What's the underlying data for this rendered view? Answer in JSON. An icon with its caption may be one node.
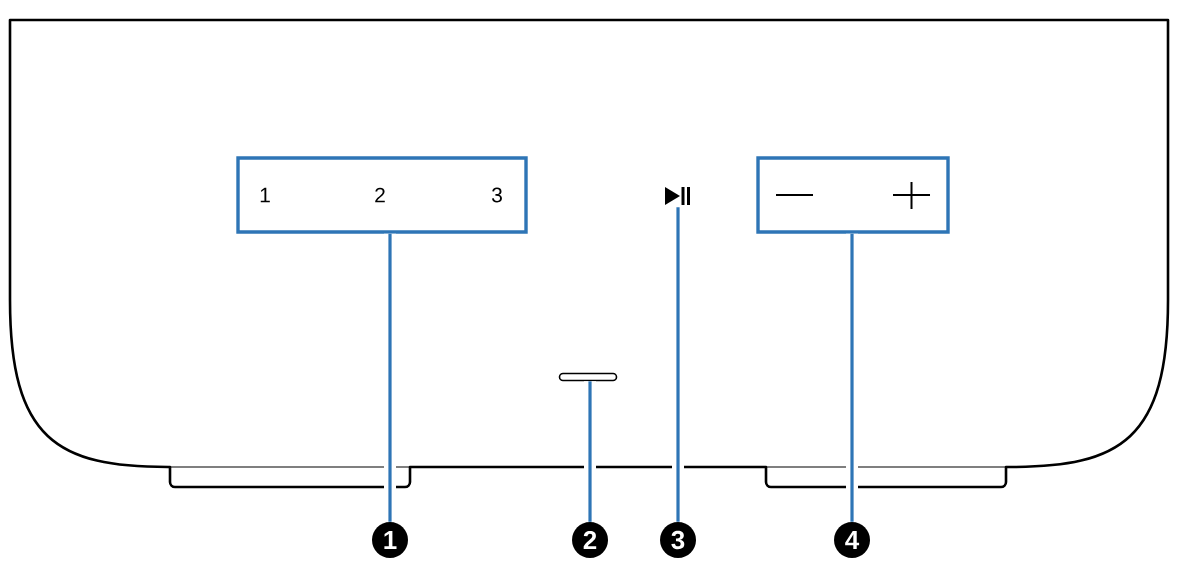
{
  "diagram": {
    "nodes": [
      {
        "text": [
          "1",
          "2",
          "3"
        ]
      },
      {
        "text": [
          "1"
        ]
      },
      {
        "text": [],
        "shape": "bar"
      },
      {
        "text": [
          "2"
        ]
      },
      {
        "text": [],
        "shape": "picture"
      },
      {
        "text": [
          "3"
        ]
      },
      {
        "text": [],
        "shape": "box"
      },
      {
        "text": [
          "4"
        ]
      }
    ],
    "edges": [
      {
        "from": 1,
        "to": 0,
        "arrow": "none"
      },
      {
        "from": 3,
        "to": 2,
        "arrow": "none"
      },
      {
        "from": 5,
        "to": 4,
        "arrow": "none"
      },
      {
        "from": 7,
        "to": 6,
        "arrow": "none"
      }
    ]
  }
}
